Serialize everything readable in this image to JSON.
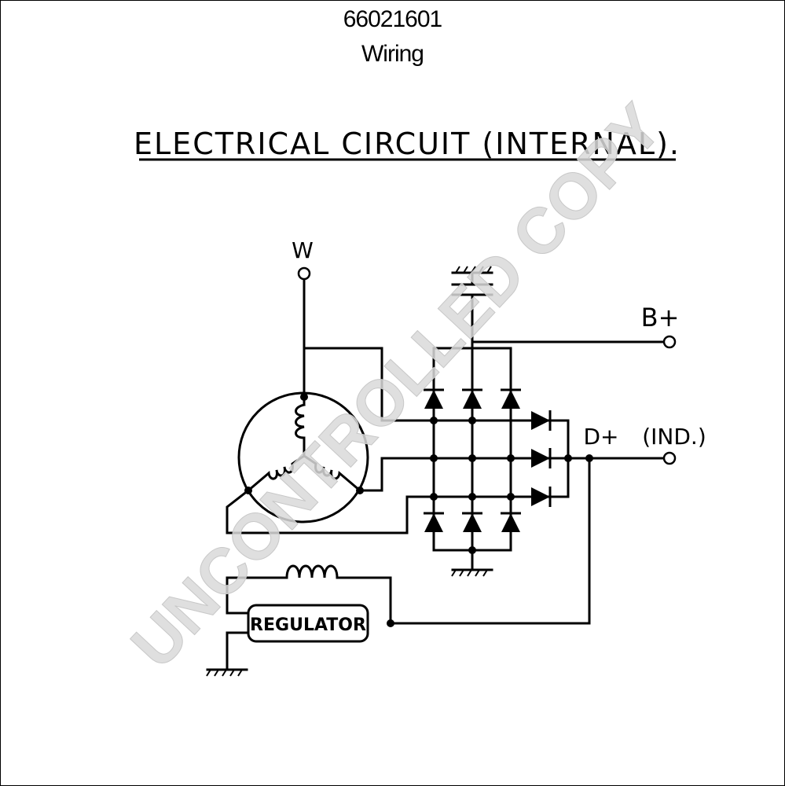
{
  "header": {
    "part_number": "66021601",
    "subtitle": "Wiring"
  },
  "diagram": {
    "title": "ELECTRICAL CIRCUIT (INTERNAL).",
    "terminals": {
      "w": "W",
      "b_plus": "B+",
      "d_plus": "D+",
      "ind": "(IND.)"
    },
    "regulator_label": "REGULATOR"
  },
  "watermark": "UNCONTROLLED COPY",
  "colors": {
    "line": "#000000",
    "watermark": "#d9d9d9",
    "background": "#ffffff"
  }
}
